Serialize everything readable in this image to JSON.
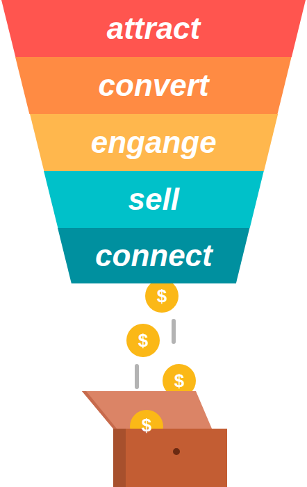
{
  "diagram": {
    "nodes": [
      {
        "text": [
          "attract"
        ]
      },
      {
        "text": [
          "convert"
        ]
      },
      {
        "text": [
          "engange"
        ]
      },
      {
        "text": [
          "sell"
        ]
      },
      {
        "text": [
          "connect"
        ]
      }
    ],
    "labels": [
      "$",
      "$",
      "$",
      "$"
    ]
  }
}
